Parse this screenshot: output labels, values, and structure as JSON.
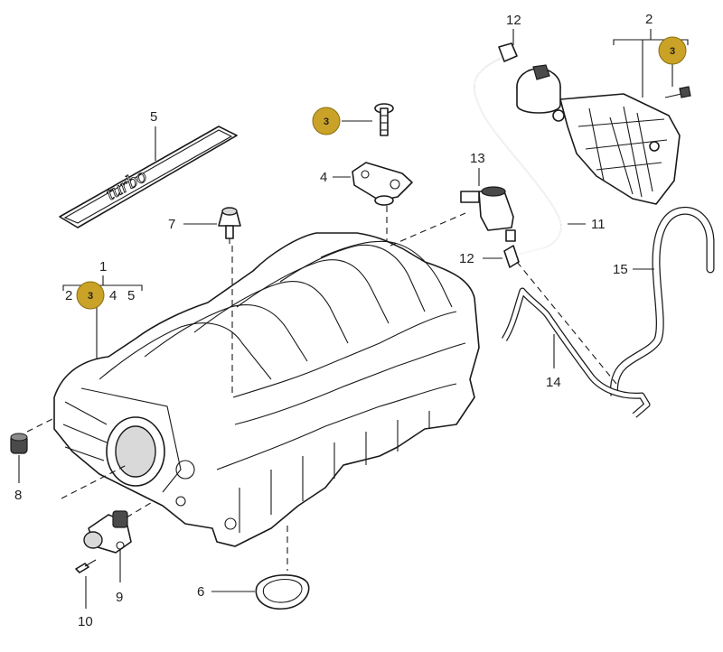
{
  "badge_color": "#c9a227",
  "labels": {
    "l1": "1",
    "l1_sub": [
      "2",
      "4",
      "5"
    ],
    "l2": "2",
    "l4": "4",
    "l5": "5",
    "l6": "6",
    "l7": "7",
    "l8": "8",
    "l9": "9",
    "l10": "10",
    "l11": "11",
    "l12_top": "12",
    "l12_mid": "12",
    "l13": "13",
    "l14": "14",
    "l15": "15"
  },
  "badges": [
    "3",
    "3",
    "3"
  ],
  "emblem_text": "turbo"
}
